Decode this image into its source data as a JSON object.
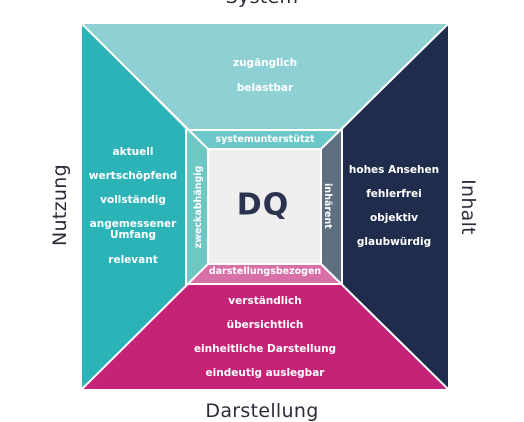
{
  "colors": {
    "top": "#8fd0d4",
    "left": "#2bb3b8",
    "right": "#1f2c4b",
    "bottom": "#c42378",
    "frame_top": "#6cc7c9",
    "frame_left": "#6fc7c4",
    "frame_right": "#5e6f80",
    "frame_bottom": "#d770a6",
    "center": "#efeff0",
    "line": "#ffffff"
  },
  "diagram": {
    "center": "DQ",
    "sides": {
      "top": {
        "label": "System",
        "frame": "systemunterstützt",
        "items": [
          "zugänglich",
          "belastbar"
        ]
      },
      "left": {
        "label": "Nutzung",
        "frame": "zweckabhängig",
        "items": [
          "aktuell",
          "wertschöpfend",
          "vollständig",
          "angemessener",
          "Umfang",
          "relevant"
        ]
      },
      "right": {
        "label": "Inhalt",
        "frame": "inhärent",
        "items": [
          "hohes Ansehen",
          "fehlerfrei",
          "objektiv",
          "glaubwürdig"
        ]
      },
      "bottom": {
        "label": "Darstellung",
        "frame": "darstellungsbezogen",
        "items": [
          "verständlich",
          "übersichtlich",
          "einheitliche Darstellung",
          "eindeutig auslegbar"
        ]
      }
    }
  }
}
